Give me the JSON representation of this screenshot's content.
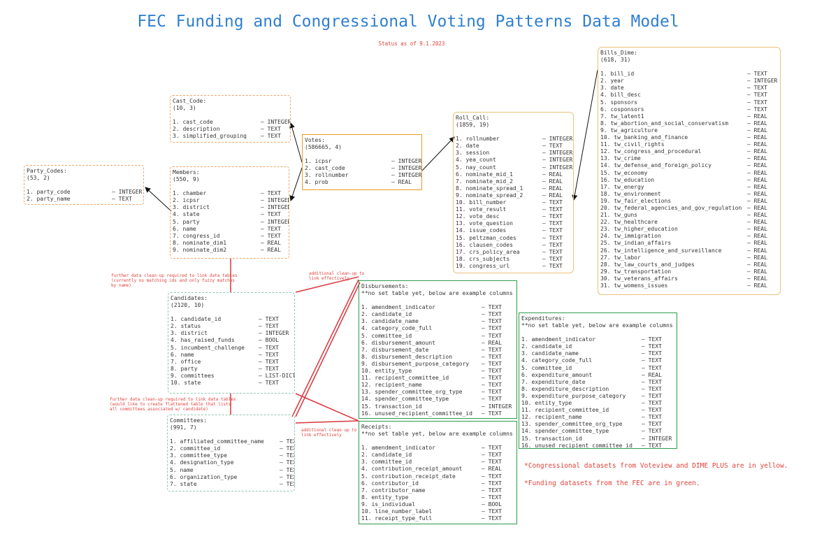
{
  "title": "FEC Funding and Congressional Voting Patterns Data Model",
  "status": "Status as of 9.1.2023",
  "tables": {
    "party_codes": {
      "name": "Party_Codes:",
      "dims": "(53, 2)",
      "cols": [
        [
          "1. party_code",
          "– INTEGER"
        ],
        [
          "2. party_name",
          "– TEXT"
        ]
      ]
    },
    "cast_code": {
      "name": "Cast_Code:",
      "dims": "(10, 3)",
      "cols": [
        [
          "1. cast_code",
          "– INTEGER"
        ],
        [
          "2. description",
          "– TEXT"
        ],
        [
          "3. simplified_grouping",
          "– TEXT"
        ]
      ]
    },
    "members": {
      "name": "Members:",
      "dims": "(550, 9)",
      "cols": [
        [
          "1. chamber",
          "– TEXT"
        ],
        [
          "2. icpsr",
          "– INTEGER"
        ],
        [
          "3. district",
          "– INTEGER"
        ],
        [
          "4. state",
          "– TEXT"
        ],
        [
          "5. party",
          "– INTEGER"
        ],
        [
          "6. name",
          "– TEXT"
        ],
        [
          "7. congress_id",
          "– TEXT"
        ],
        [
          "8. nominate_dim1",
          "– REAL"
        ],
        [
          "9. nominate_dim2",
          "– REAL"
        ]
      ]
    },
    "votes": {
      "name": "Votes:",
      "dims": "(586665, 4)",
      "cols": [
        [
          "1. icpsr",
          "– INTEGER"
        ],
        [
          "2. cast_code",
          "– INTEGER"
        ],
        [
          "3. rollnumber",
          "– INTEGER"
        ],
        [
          "4. prob",
          "– REAL"
        ]
      ]
    },
    "roll_call": {
      "name": "Roll_Call:",
      "dims": "(1859, 19)",
      "cols": [
        [
          "1. rollnumber",
          "– INTEGER"
        ],
        [
          "2. date",
          "– TEXT"
        ],
        [
          "3. session",
          "– INTEGER"
        ],
        [
          "4. yea_count",
          "– INTEGER"
        ],
        [
          "5. nay_count",
          "– INTEGER"
        ],
        [
          "6. nominate_mid_1",
          "– REAL"
        ],
        [
          "7. nominate_mid_2",
          "– REAL"
        ],
        [
          "8. nominate_spread_1",
          "– REAL"
        ],
        [
          "9. nominate_spread_2",
          "– REAL"
        ],
        [
          "10. bill_number",
          "– TEXT"
        ],
        [
          "11. vote_result",
          "– TEXT"
        ],
        [
          "12. vote_desc",
          "– TEXT"
        ],
        [
          "13. vote_question",
          "– TEXT"
        ],
        [
          "14. issue_codes",
          "– TEXT"
        ],
        [
          "15. peltzman_codes",
          "– TEXT"
        ],
        [
          "16. clausen_codes",
          "– TEXT"
        ],
        [
          "17. crs_policy_area",
          "– TEXT"
        ],
        [
          "18. crs_subjects",
          "– TEXT"
        ],
        [
          "19. congress_url",
          "– TEXT"
        ]
      ]
    },
    "bills_dime": {
      "name": "Bills_Dime:",
      "dims": "(618, 31)",
      "cols": [
        [
          "1. bill_id",
          "– TEXT"
        ],
        [
          "2. year",
          "– INTEGER"
        ],
        [
          "3. date",
          "– TEXT"
        ],
        [
          "4. bill_desc",
          "– TEXT"
        ],
        [
          "5. sponsors",
          "– TEXT"
        ],
        [
          "6. cosponsors",
          "– TEXT"
        ],
        [
          "7. tw_latent1",
          "– REAL"
        ],
        [
          "8. tw_abortion_and_social_conservatism",
          "– REAL"
        ],
        [
          "9. tw_agriculture",
          "– REAL"
        ],
        [
          "10. tw_banking_and_finance",
          "– REAL"
        ],
        [
          "11. tw_civil_rights",
          "– REAL"
        ],
        [
          "12. tw_congress_and_procedural",
          "– REAL"
        ],
        [
          "13. tw_crime",
          "– REAL"
        ],
        [
          "14. tw_defense_and_foreign_policy",
          "– REAL"
        ],
        [
          "15. tw_economy",
          "– REAL"
        ],
        [
          "16. tw_education",
          "– REAL"
        ],
        [
          "17. tw_energy",
          "– REAL"
        ],
        [
          "18. tw_environment",
          "– REAL"
        ],
        [
          "19. tw_fair_elections",
          "– REAL"
        ],
        [
          "20. tw_federal_agencies_and_gov_regulation",
          "– REAL"
        ],
        [
          "21. tw_guns",
          "– REAL"
        ],
        [
          "22. tw_healthcare",
          "– REAL"
        ],
        [
          "23. tw_higher_education",
          "– REAL"
        ],
        [
          "24. tw_immigration",
          "– REAL"
        ],
        [
          "25. tw_indian_affairs",
          "– REAL"
        ],
        [
          "26. tw_intelligence_and_surveillance",
          "– REAL"
        ],
        [
          "27. tw_labor",
          "– REAL"
        ],
        [
          "28. tw_law_courts_and_judges",
          "– REAL"
        ],
        [
          "29. tw_transportation",
          "– REAL"
        ],
        [
          "30. tw_veterans_affairs",
          "– REAL"
        ],
        [
          "31. tw_womens_issues",
          "– REAL"
        ]
      ]
    },
    "candidates": {
      "name": "Candidates:",
      "dims": "(2120, 10)",
      "cols": [
        [
          "1. candidate_id",
          "– TEXT"
        ],
        [
          "2. status",
          "– TEXT"
        ],
        [
          "3. district",
          "– INTEGER"
        ],
        [
          "4. has_raised_funds",
          "– BOOL"
        ],
        [
          "5. incumbent_challenge",
          "– TEXT"
        ],
        [
          "6. name",
          "– TEXT"
        ],
        [
          "7. office",
          "– TEXT"
        ],
        [
          "8. party",
          "– TEXT"
        ],
        [
          "9. committees",
          "– LIST-DICT"
        ],
        [
          "10. state",
          "– TEXT"
        ]
      ]
    },
    "committees": {
      "name": "Committees:",
      "dims": "(991, 7)",
      "cols": [
        [
          "1. affiliated_committee_name",
          "– TEXT"
        ],
        [
          "2. committee_id",
          "– TEXT"
        ],
        [
          "3. committee_type",
          "– TEXT"
        ],
        [
          "4. designation_type",
          "– TEXT"
        ],
        [
          "5. name",
          "– TEXT"
        ],
        [
          "6. organization_type",
          "– TEXT"
        ],
        [
          "7. state",
          "– TEXT"
        ]
      ]
    },
    "disbursements": {
      "name": "Disbursements:",
      "dims": "**no set table yet, below are example columns",
      "cols": [
        [
          "1. amendment_indicator",
          "– TEXT"
        ],
        [
          "2. candidate_id",
          "– TEXT"
        ],
        [
          "3. candidate_name",
          "– TEXT"
        ],
        [
          "4. category_code_full",
          "– TEXT"
        ],
        [
          "5. committee_id",
          "– TEXT"
        ],
        [
          "6. disbursement_amount",
          "– REAL"
        ],
        [
          "7. disbursement_date",
          "– TEXT"
        ],
        [
          "8. disbursement_description",
          "– TEXT"
        ],
        [
          "9. disbursement_purpose_category",
          "– TEXT"
        ],
        [
          "10. entity_type",
          "– TEXT"
        ],
        [
          "11. recipient_committee_id",
          "– TEXT"
        ],
        [
          "12. recipient_name",
          "– TEXT"
        ],
        [
          "13. spender_committee_org_type",
          "– TEXT"
        ],
        [
          "14. spender_committee_type",
          "– TEXT"
        ],
        [
          "15. transaction_id",
          "– INTEGER"
        ],
        [
          "16. unused_recipient_committee_id",
          "– TEXT"
        ]
      ]
    },
    "receipts": {
      "name": "Receipts:",
      "dims": "**no set table yet, below are example columns",
      "cols": [
        [
          "1. amendment_indicator",
          "– TEXT"
        ],
        [
          "2. candidate_id",
          "– TEXT"
        ],
        [
          "3. committee_id",
          "– TEXT"
        ],
        [
          "4. contribution_receipt_amount",
          "– REAL"
        ],
        [
          "5. contribution_receipt_date",
          "– TEXT"
        ],
        [
          "6. contributor_id",
          "– TEXT"
        ],
        [
          "7. contributor_name",
          "– TEXT"
        ],
        [
          "8. entity_type",
          "– TEXT"
        ],
        [
          "9. is_individual",
          "– BOOL"
        ],
        [
          "10. line_number_label",
          "– TEXT"
        ],
        [
          "11. receipt_type_full",
          "– TEXT"
        ]
      ]
    },
    "expenditures": {
      "name": "Expenditures:",
      "dims": "**no set table yet, below are example columns",
      "cols": [
        [
          "1. amendment_indicator",
          "– TEXT"
        ],
        [
          "2. candidate_id",
          "– TEXT"
        ],
        [
          "3. candidate_name",
          "– TEXT"
        ],
        [
          "4. category_code_full",
          "– TEXT"
        ],
        [
          "5. committee_id",
          "– TEXT"
        ],
        [
          "6. expenditure_amount",
          "– REAL"
        ],
        [
          "7. expenditure_date",
          "– TEXT"
        ],
        [
          "8. expenditure_description",
          "– TEXT"
        ],
        [
          "9. expenditure_purpose_category",
          "– TEXT"
        ],
        [
          "10. entity_type",
          "– TEXT"
        ],
        [
          "11. recipient_committee_id",
          "– TEXT"
        ],
        [
          "12. recipient_name",
          "– TEXT"
        ],
        [
          "13. spender_committee_org_type",
          "– TEXT"
        ],
        [
          "14. spender_committee_type",
          "– TEXT"
        ],
        [
          "15. transaction_id",
          "– INTEGER"
        ],
        [
          "16. unused_recipient_committee_id",
          "– TEXT"
        ]
      ]
    }
  },
  "annotations": {
    "members_candidates": "further data clean-up required to link data tables\n(currently no matching ids and only fuzzy matches\nby name)",
    "candidates_committees": "further data clean-up required to link data tables\n(would like to create flattened table that lists\nall committees associated w/ candidate)",
    "disb_top": "additional clean-up to\nlink effectively",
    "committees_receipts": "additional clean-up to\nlink effectively"
  },
  "footnotes": {
    "yellow": "*Congressional datasets from Voteview and DIME PLUS are in yellow.",
    "green": "*Funding datasets from the FEC are in green."
  },
  "colors": {
    "title": "#2f7fd1",
    "annotation": "#e0413a",
    "orange": "#e89a2a",
    "yellow": "#e8c27c",
    "green": "#2e9a4a",
    "teal": "#8fc8b0"
  }
}
